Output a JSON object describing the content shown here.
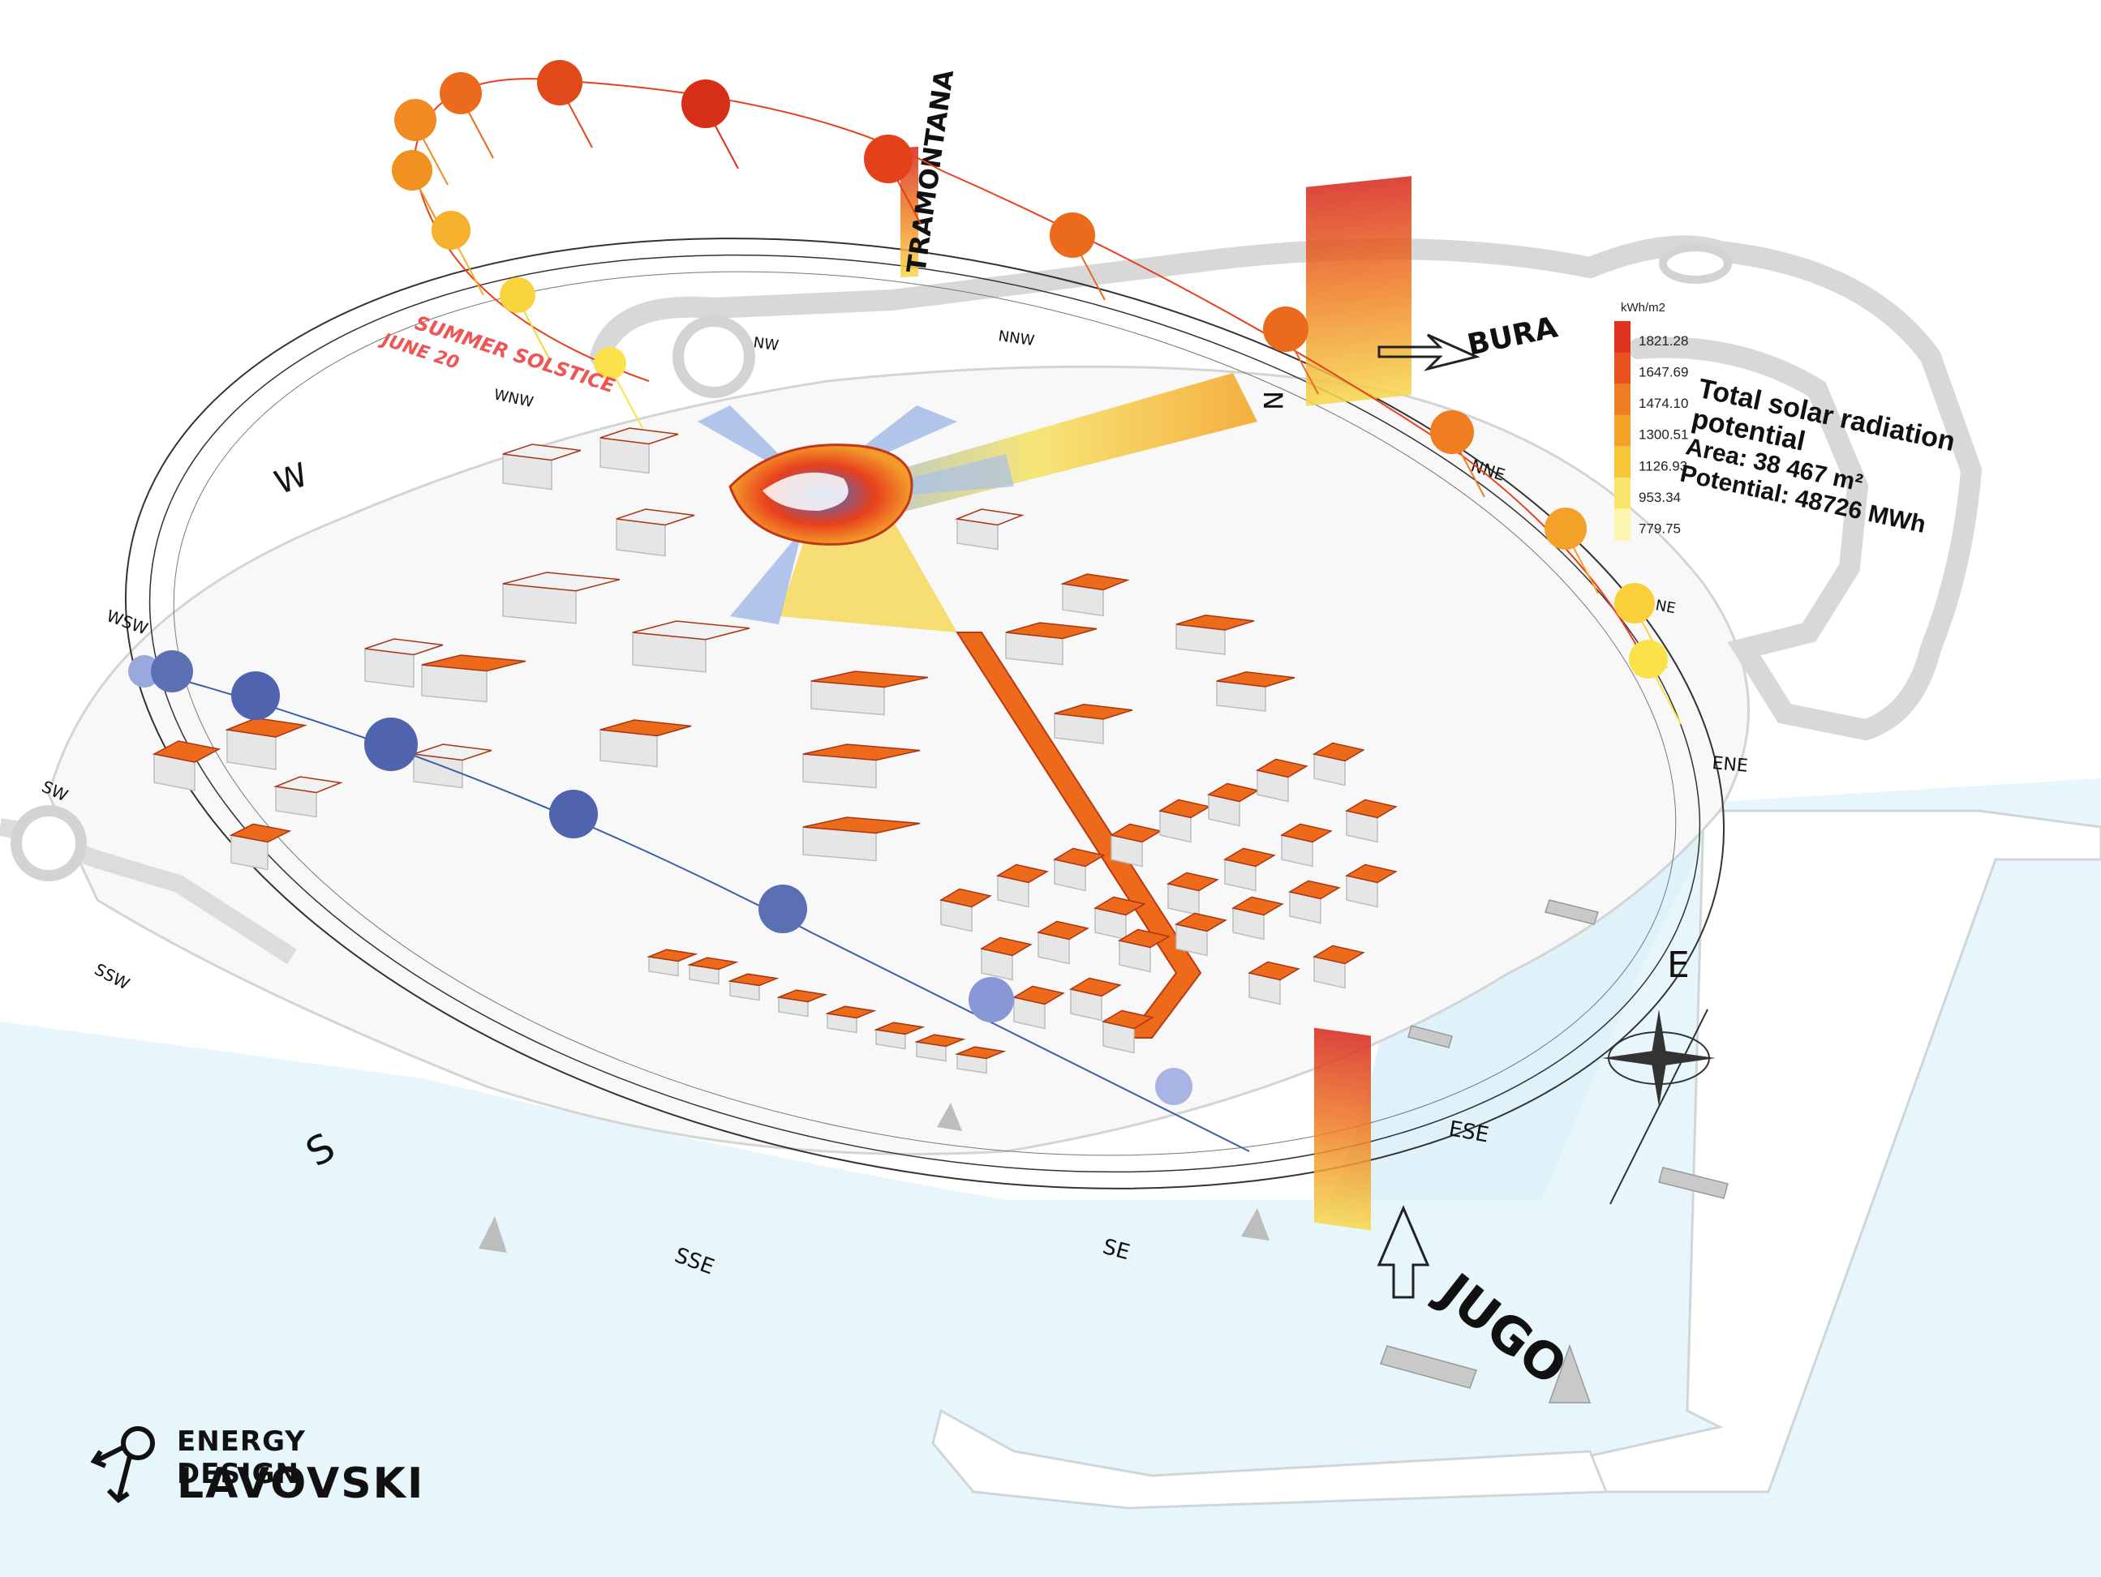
{
  "compass": {
    "W": "W",
    "S": "S",
    "E": "E",
    "N": "N",
    "WSW": "WSW",
    "SW": "SW",
    "SSW": "SSW",
    "SSE": "SSE",
    "SE": "SE",
    "ESE": "ESE",
    "ENE": "ENE",
    "NNE": "NNE",
    "NNW": "NNW",
    "NW": "NW",
    "WNW": "WNW",
    "NE": "NE"
  },
  "winds": {
    "tramontana": "TRAMONTANA",
    "bura": "BURA",
    "jugo": "JUGO"
  },
  "sun_path": {
    "label_line1": "SUMMER SOLSTICE",
    "label_line2": "JUNE 20"
  },
  "legend": {
    "unit": "kWh/m2",
    "values": [
      "1821.28",
      "1647.69",
      "1474.10",
      "1300.51",
      "1126.93",
      "953.34",
      "779.75"
    ],
    "colors": [
      "#e0301e",
      "#e8521f",
      "#ef7d22",
      "#f3a129",
      "#f7c637",
      "#fae36a",
      "#fdf6b0"
    ]
  },
  "info": {
    "title": "Total solar radiation potential",
    "area": "Area: 38 467 m²",
    "potential": "Potential: 48726 MWh"
  },
  "logo": {
    "line1": "ENERGY DESIGN",
    "line2": "LAVOVSKI"
  },
  "colors": {
    "sea": "#e6f6fb",
    "roof_hot": "#ee6a1b",
    "sun_summer": "#e8401c",
    "sun_winter": "#5b6fb3"
  }
}
